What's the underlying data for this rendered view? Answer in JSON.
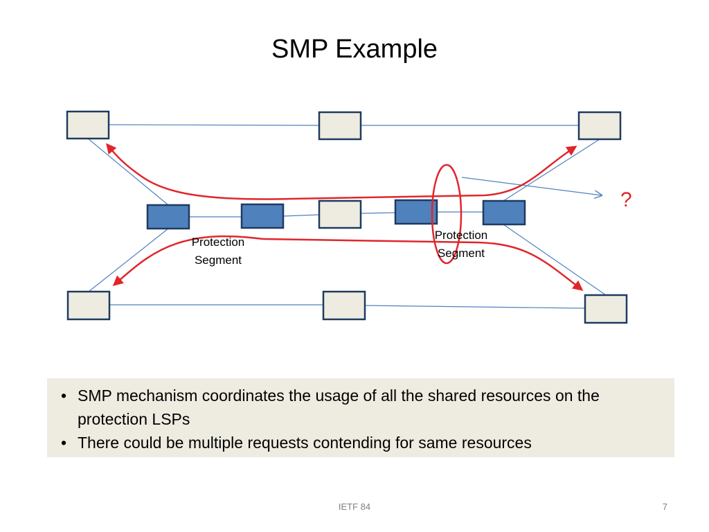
{
  "slide": {
    "title": "SMP Example",
    "footer_text": "IETF 84",
    "page_number": "7"
  },
  "diagram": {
    "label_left": [
      "Protection",
      "Segment"
    ],
    "label_right": [
      "Protection",
      "Segment"
    ],
    "question_mark": "?",
    "colors": {
      "link": "#4f81bd",
      "node_fill": "#eeece1",
      "node_border": "#1f3a60",
      "shared_node_fill": "#4f81bd",
      "path": "#e0262b"
    }
  },
  "bullets": [
    "SMP mechanism coordinates the usage of all the shared resources on the protection LSPs",
    "There could be multiple requests contending for same resources"
  ]
}
